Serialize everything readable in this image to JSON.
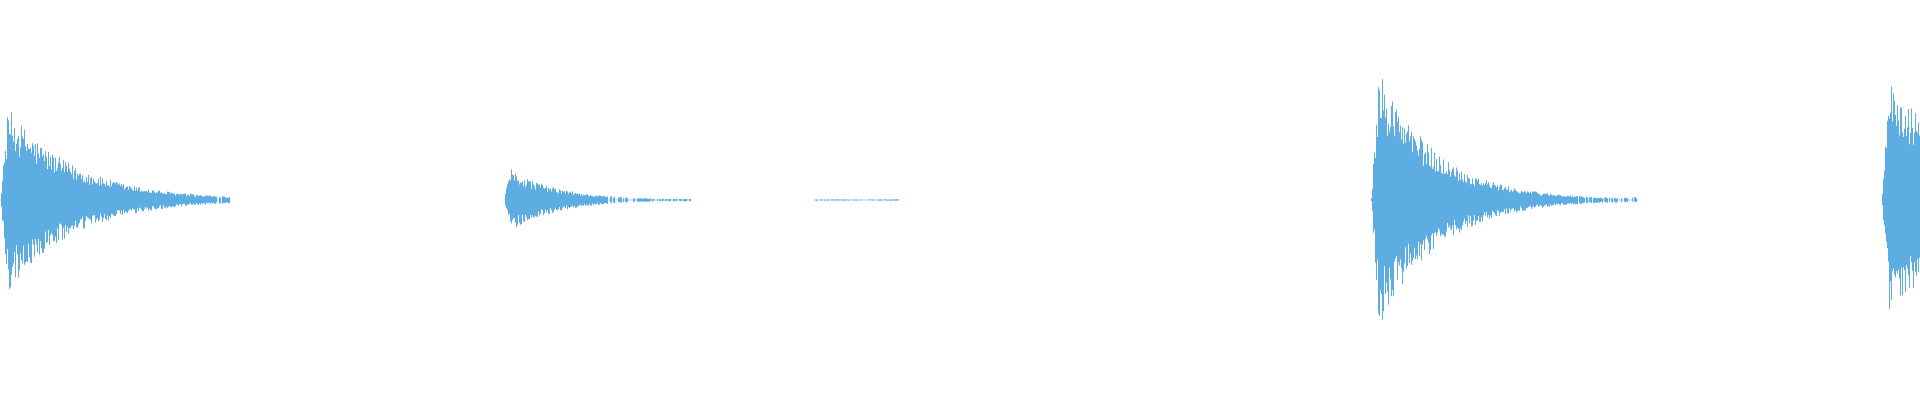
{
  "waveform": {
    "color": "#5dade2",
    "background": "#ffffff",
    "baseline_level": 0.0,
    "peak_amplitude_scale": 1.0,
    "segments": [
      {
        "name": "burst-1",
        "start": 0.0,
        "attack": 0.004,
        "peak": 0.66,
        "decay": 0.035,
        "tail_end": 0.12,
        "tail_level": 0.02
      },
      {
        "name": "burst-2",
        "start": 0.262,
        "attack": 0.004,
        "peak": 0.22,
        "decay": 0.025,
        "tail_end": 0.36,
        "tail_level": 0.01
      },
      {
        "name": "burst-3",
        "start": 0.424,
        "attack": 0.001,
        "peak": 0.01,
        "decay": 0.004,
        "tail_end": 0.468,
        "tail_level": 0.006
      },
      {
        "name": "burst-4",
        "start": 0.714,
        "attack": 0.004,
        "peak": 0.94,
        "decay": 0.03,
        "tail_end": 0.853,
        "tail_level": 0.02
      },
      {
        "name": "burst-5",
        "start": 0.98,
        "attack": 0.004,
        "peak": 0.88,
        "decay": 0.04,
        "tail_end": 1.0,
        "tail_level": 0.16
      }
    ]
  }
}
